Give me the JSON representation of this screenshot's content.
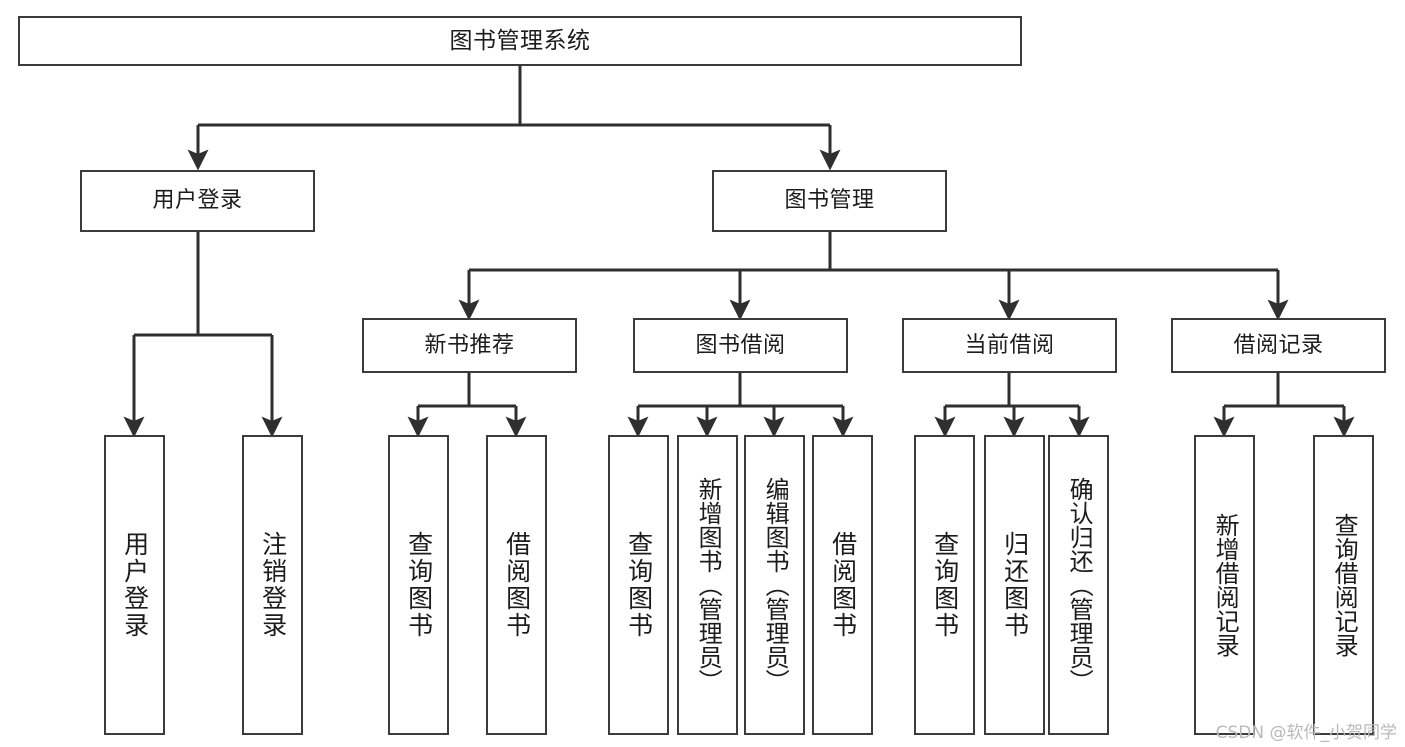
{
  "diagram": {
    "title": "图书管理系统",
    "type": "tree-hierarchy-chart",
    "colors": {
      "background": "#ffffff",
      "box_border": "#3b3b3b",
      "box_fill": "#ffffff",
      "connector": "#2f2f2f",
      "text": "#1c1c1c",
      "watermark": "#b9b9b9"
    },
    "root": {
      "label": "图书管理系统"
    },
    "level2": [
      {
        "label": "用户登录"
      },
      {
        "label": "图书管理"
      }
    ],
    "level3": [
      {
        "label": "新书推荐"
      },
      {
        "label": "图书借阅"
      },
      {
        "label": "当前借阅"
      },
      {
        "label": "借阅记录"
      }
    ],
    "leaves": {
      "user_login": [
        {
          "label": "用户登录"
        },
        {
          "label": "注销登录"
        }
      ],
      "new_book_recommend": [
        {
          "label": "查询图书"
        },
        {
          "label": "借阅图书"
        }
      ],
      "book_borrow": [
        {
          "label": "查询图书"
        },
        {
          "label": "新增图书（管理员）"
        },
        {
          "label": "编辑图书（管理员）"
        },
        {
          "label": "借阅图书"
        }
      ],
      "current_borrow": [
        {
          "label": "查询图书"
        },
        {
          "label": "归还图书"
        },
        {
          "label": "确认归还（管理员）"
        }
      ],
      "borrow_record": [
        {
          "label": "新增借阅记录"
        },
        {
          "label": "查询借阅记录"
        }
      ]
    }
  },
  "watermark": {
    "text": "CSDN @软件_小贺同学"
  }
}
